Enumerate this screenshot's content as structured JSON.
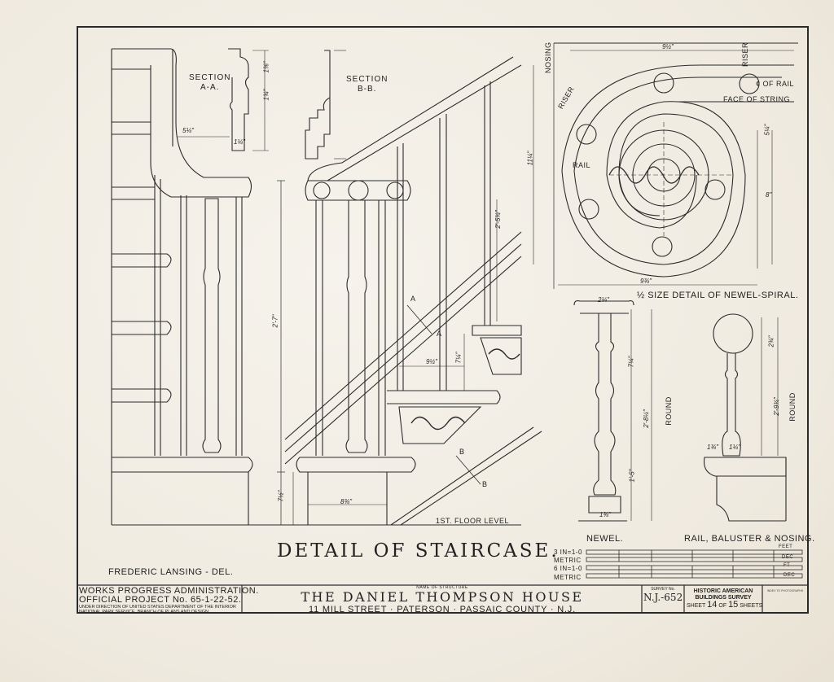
{
  "drawing": {
    "title": "DETAIL OF STAIRCASE.",
    "delineator": "FREDERIC LANSING - DEL.",
    "section_a_label": [
      "SECTION",
      "A-A."
    ],
    "section_b_label": [
      "SECTION",
      "B-B."
    ],
    "spiral_caption": "½ SIZE DETAIL OF NEWEL-SPIRAL.",
    "newel_caption": "NEWEL.",
    "rail_caption": "RAIL, BALUSTER & NOSING.",
    "floor_level": "1ST. FLOOR LEVEL",
    "spiral_labels": {
      "nosing": "NOSING",
      "riser": "RISER",
      "rail": "RAIL",
      "riser_top": "RISER",
      "cl_rail": "¢ OF RAIL",
      "face_of_string": "FACE OF STRING"
    },
    "round_label": "ROUND",
    "section_marks": [
      "A",
      "A",
      "B",
      "B"
    ]
  },
  "dimensions": {
    "d_5_1_4": "5¼\"",
    "d_1_1_4": "1¼\"",
    "d_1_3_8": "1⅜\"",
    "d_1_3_4": "1¾\"",
    "d_2_7": "2'-7\"",
    "d_7_1_2": "7½\"",
    "d_8_3_4": "8¾\"",
    "d_2_5_3_4": "2'-5¾\"",
    "d_9_1_2": "9½\"",
    "d_7_1_4": "7¼\"",
    "d_11_1_4": "11¼\"",
    "d_9_1_2_top": "9½\"",
    "d_5_1_4_sp": "5¼\"",
    "d_8": "8\"",
    "d_9_3_4": "9¾\"",
    "d_2_1_4": "2¼\"",
    "d_7_1_4_n": "7¼\"",
    "d_2_8_1_4": "2'-8¼\"",
    "d_1_5": "1'-5\"",
    "d_1_3_4_n": "1¾\"",
    "d_2_3_4": "2¾\"",
    "d_2_9_3_4": "2'-9¾\"",
    "d_1_3_4_r": "1¾\"",
    "d_1_1_4_r": "1¼\""
  },
  "scale_bar": {
    "rows": [
      "3 IN=1-0",
      "METRIC",
      "6 IN=1-0",
      "METRIC"
    ],
    "units": [
      "FEET",
      "DEC",
      "FT",
      "DEC"
    ]
  },
  "title_block": {
    "agency_line1": "WORKS PROGRESS ADMINISTRATION.",
    "agency_line2": "OFFICIAL PROJECT No. 65-1-22-52.",
    "agency_line3": "UNDER DIRECTION OF UNITED STATES DEPARTMENT OF THE INTERIOR",
    "agency_line4": "NATIONAL PARK SERVICE, BRANCH OF PLANS AND DESIGN",
    "name_label": "NAME OF STRUCTURE",
    "structure_name": "THE DANIEL THOMPSON HOUSE",
    "address": "11 MILL STREET · PATERSON · PASSAIC COUNTY · N.J.",
    "survey_label": "SURVEY No.",
    "survey_no": "N.J.-652",
    "habs_line1": "HISTORIC AMERICAN",
    "habs_line2": "BUILDINGS SURVEY",
    "sheet_prefix": "SHEET",
    "sheet_no": "14",
    "sheet_of": "OF",
    "sheet_total": "15",
    "sheet_suffix": "SHEETS",
    "copy_note": "INDEX TO PHOTOGRAPHS"
  }
}
